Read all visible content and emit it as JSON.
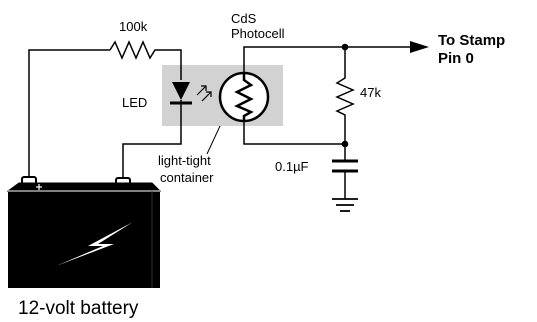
{
  "labels": {
    "resistor_top": "100k",
    "photocell_line1": "CdS",
    "photocell_line2": "Photocell",
    "output_line1": "To Stamp",
    "output_line2": "Pin 0",
    "led": "LED",
    "resistor_right": "47k",
    "container_line1": "light-tight",
    "container_line2": "container",
    "capacitor": "0.1µF",
    "battery": "12-volt battery"
  },
  "colors": {
    "wire": "#000000",
    "container_fill": "#d2d2d2",
    "battery_body": "#000000",
    "battery_terminal": "#ffffff",
    "text": "#000000"
  },
  "icons": {
    "battery": "battery-icon",
    "lightning": "lightning-bolt-icon",
    "ground": "ground-icon"
  }
}
